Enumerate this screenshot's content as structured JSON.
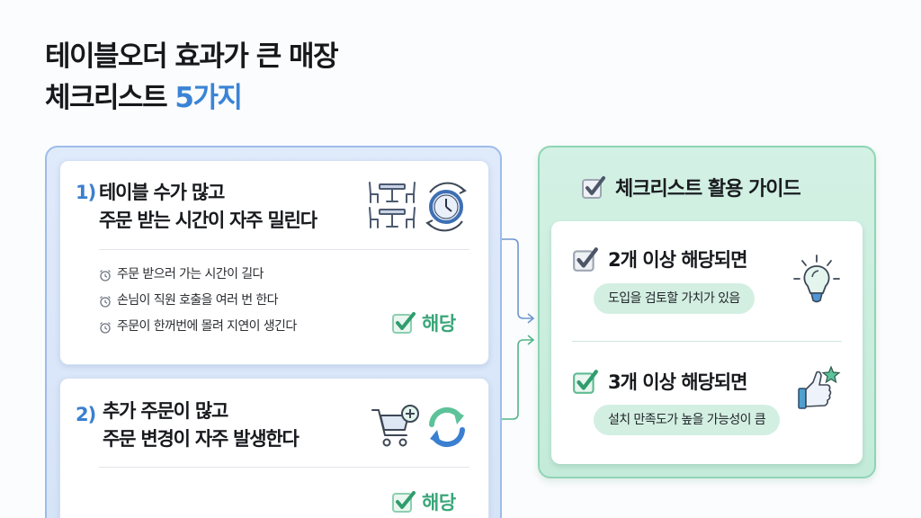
{
  "title": {
    "line1": "테이블오더 효과가 큰 매장",
    "line2_prefix": "체크리스트 ",
    "line2_accent": "5가지"
  },
  "checklist": {
    "items": [
      {
        "number": "1)",
        "heading_line1": "테이블 수가 많고",
        "heading_line2": "주문 받는 시간이 자주 밀린다",
        "icons": [
          "tables-icon",
          "clock-cycle-icon"
        ],
        "bullets": [
          "주문 받으러 가는 시간이 길다",
          "손님이 직원 호출을 여러 번 한다",
          "주문이 한꺼번에 몰려 지연이 생긴다"
        ],
        "status_label": "해당"
      },
      {
        "number": "2)",
        "heading_line1": "추가 주문이 많고",
        "heading_line2": "주문 변경이 자주 발생한다",
        "icons": [
          "cart-plus-icon",
          "refresh-icon"
        ],
        "bullets": [],
        "status_label": "해당"
      }
    ]
  },
  "guide": {
    "title": "체크리스트 활용 가이드",
    "rules": [
      {
        "heading": "2개 이상 해당되면",
        "result": "도입을 검토할 가치가 있음",
        "icon": "lightbulb-icon"
      },
      {
        "heading": "3개 이상 해당되면",
        "result": "설치 만족도가 높을 가능성이 큼",
        "icon": "thumbs-up-star-icon"
      }
    ]
  },
  "colors": {
    "accent_blue": "#3a84d6",
    "accent_green": "#3aa679",
    "panel_blue": "#dfeafb",
    "panel_green": "#d3f1e4"
  }
}
